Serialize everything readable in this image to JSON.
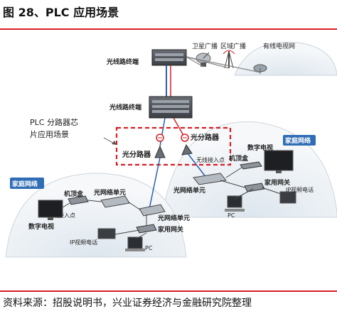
{
  "header": {
    "title": "图 28、PLC 应用场景"
  },
  "source": {
    "text": "资料来源：招股说明书，兴业证券经济与金融研究院整理"
  },
  "diagram": {
    "top_labels": {
      "satellite_tv": "卫星广播",
      "regional_tv": "区域广播",
      "cable_tv": "有线电视网"
    },
    "olt_top": "光线路终端",
    "olt_mid": "光线路终端",
    "callout": {
      "line1": "PLC 分路器芯",
      "line2": "片应用场景"
    },
    "splitter_left": "光分路器",
    "splitter_right": "光分路器",
    "right_home": {
      "badge": "家庭网络",
      "digital_tv": "数字电视",
      "stb": "机顶盒",
      "wireless": "无线接入点",
      "onu": "光网络单元",
      "gateway": "家用网关",
      "ip_phone": "IP视频电话",
      "pc": "PC"
    },
    "left_home": {
      "badge": "家庭网络",
      "stb": "机顶盒",
      "onu1": "光网络单元",
      "wireless": "无线接入点",
      "digital_tv": "数字电视",
      "onu2": "光网络单元",
      "gateway": "家用网关",
      "ip_phone": "IP视频电话",
      "pc": "PC"
    },
    "colors": {
      "accent_red": "#d71f26",
      "badge_blue": "#2f6db5",
      "cable_blue": "#2a5fb0"
    }
  }
}
